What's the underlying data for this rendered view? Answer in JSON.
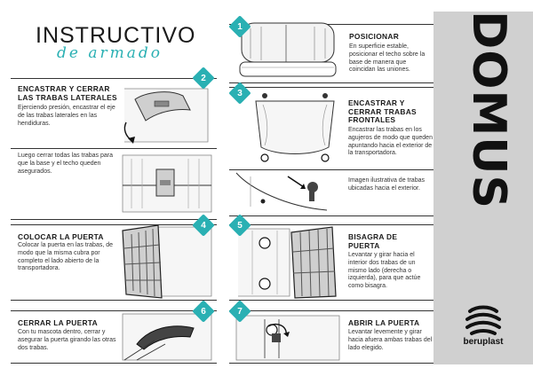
{
  "header": {
    "title": "INSTRUCTIVO",
    "subtitle": "de armado"
  },
  "brand": {
    "product_name": "DOMUS",
    "company": "beruplast"
  },
  "colors": {
    "accent": "#2ab0b3",
    "band": "#d0d0d0",
    "ink": "#1b1b1b"
  },
  "steps": [
    {
      "number": "1",
      "title": "POSICIONAR",
      "text": "En superficie estable, posicionar el techo sobre la base de manera que coincidan las uniones."
    },
    {
      "number": "2",
      "title": "ENCASTRAR Y CERRAR LAS TRABAS LATERALES",
      "text": "Ejerciendo presión, encastrar el eje de las trabas laterales en las hendiduras.",
      "text2": "Luego cerrar todas las trabas para que la base y el techo queden asegurados."
    },
    {
      "number": "3",
      "title": "ENCASTRAR Y CERRAR TRABAS FRONTALES",
      "text": "Encastrar las trabas en los agujeros de modo que queden apuntando hacia el exterior de la transportadora.",
      "text2": "Imagen ilustrativa de trabas ubicadas hacia el exterior."
    },
    {
      "number": "4",
      "title": "COLOCAR LA PUERTA",
      "text": "Colocar la puerta en las trabas, de modo que la misma cubra por completo el lado abierto de la transportadora."
    },
    {
      "number": "5",
      "title": "BISAGRA DE PUERTA",
      "text": "Levantar y girar hacia el interior dos trabas de un mismo lado (derecha o izquierda), para que actúe como bisagra."
    },
    {
      "number": "6",
      "title": "CERRAR LA PUERTA",
      "text": "Con tu mascota dentro, cerrar y asegurar la puerta girando las otras dos trabas."
    },
    {
      "number": "7",
      "title": "ABRIR LA PUERTA",
      "text": "Levantar levemente y girar hacia afuera ambas trabas del lado elegido."
    }
  ]
}
